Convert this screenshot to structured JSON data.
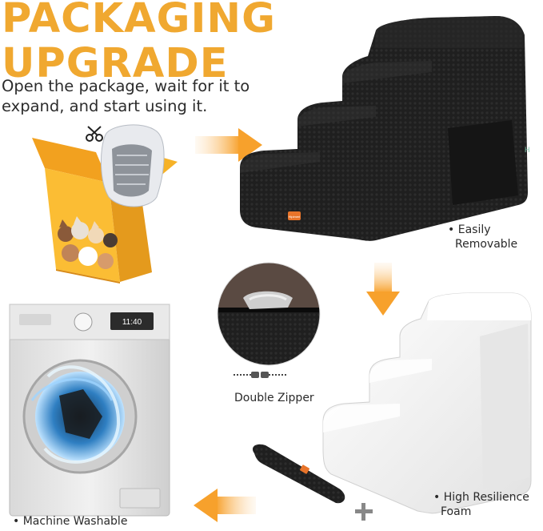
{
  "headline": {
    "line1": "PACKAGING",
    "line2": "UPGRADE"
  },
  "intro": {
    "line1": "Open the package, wait for it to",
    "line2": "expand, and start using it."
  },
  "labels": {
    "easily_line1": "Easily",
    "easily_line2": "Removable",
    "double_zipper": "Double Zipper",
    "high_line1": "High Resilience",
    "high_line2": "Foam",
    "machine_washable": "Machine Washable"
  },
  "stairs_tag_logo": "Hipimeri",
  "washer_display": "11:40",
  "colors": {
    "accent_orange": "#f0a830",
    "arrow_orange": "#f7a12c",
    "cover_black": "#1d1d1d",
    "foam_white": "#f4f4f4",
    "box_yellow": "#f6b227"
  },
  "icons": [
    "scissors-icon",
    "zipper-pull-icon",
    "plus-icon",
    "arrow-right",
    "arrow-down",
    "arrow-left"
  ]
}
